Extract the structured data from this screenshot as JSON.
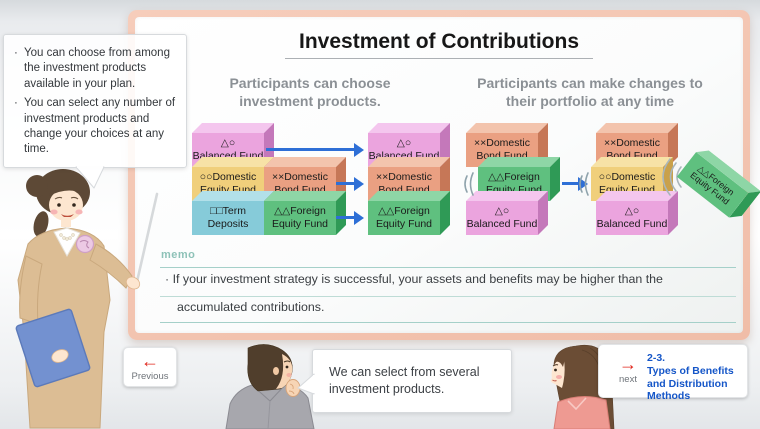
{
  "intro_bubble": {
    "bullet": "·",
    "items": [
      "You can choose from among the investment products available in your plan.",
      "You can select any number of investment products and change your choices at any time."
    ]
  },
  "board": {
    "title": "Investment of Contributions",
    "choose": {
      "heading_line1": "Participants can choose",
      "heading_line2": "investment products.",
      "available": [
        {
          "sym": "△○",
          "name": "Balanced Fund"
        },
        {
          "sym": "○○Domestic",
          "name": "Equity Fund"
        },
        {
          "sym": "××Domestic",
          "name": "Bond Fund"
        },
        {
          "sym": "□□Term",
          "name": "Deposits"
        },
        {
          "sym": "△△Foreign",
          "name": "Equity Fund"
        }
      ],
      "selected": [
        {
          "sym": "△○",
          "name": "Balanced Fund"
        },
        {
          "sym": "××Domestic",
          "name": "Bond Fund"
        },
        {
          "sym": "△△Foreign",
          "name": "Equity Fund"
        }
      ]
    },
    "change": {
      "heading_line1": "Participants can make changes to",
      "heading_line2": "their portfolio at any time",
      "before": [
        {
          "sym": "××Domestic",
          "name": "Bond Fund"
        },
        {
          "sym": "△△Foreign",
          "name": "Equity Fund"
        },
        {
          "sym": "△○",
          "name": "Balanced Fund"
        }
      ],
      "after": [
        {
          "sym": "××Domestic",
          "name": "Bond Fund"
        },
        {
          "sym": "○○Domestic",
          "name": "Equity Fund"
        },
        {
          "sym": "△○",
          "name": "Balanced Fund"
        }
      ],
      "removed": {
        "sym": "△△Foreign",
        "name": "Equity Fund"
      }
    },
    "memo": {
      "label": "memo",
      "line1": "· If your investment strategy is successful, your assets and benefits may be higher than the",
      "line2": "accumulated contributions."
    }
  },
  "footer": {
    "previous": {
      "arrow": "←",
      "label": "Previous"
    },
    "dialogue": "We can select from several investment products.",
    "next": {
      "arrow": "→",
      "label": "next",
      "number": "2-3.",
      "title": "Types of Benefits and Distribution Methods"
    }
  },
  "colors": {
    "frame": "#f2c2ae",
    "arrow_blue": "#2e6fd6",
    "memo_teal": "#8ec2b8",
    "nav_red": "#e0251b",
    "link_blue": "#1556c8",
    "block_pink": "#eba4de",
    "block_yellow": "#f0cf7b",
    "block_salmon": "#eaa082",
    "block_cyan": "#86cbd9",
    "block_green": "#5fc07f"
  }
}
